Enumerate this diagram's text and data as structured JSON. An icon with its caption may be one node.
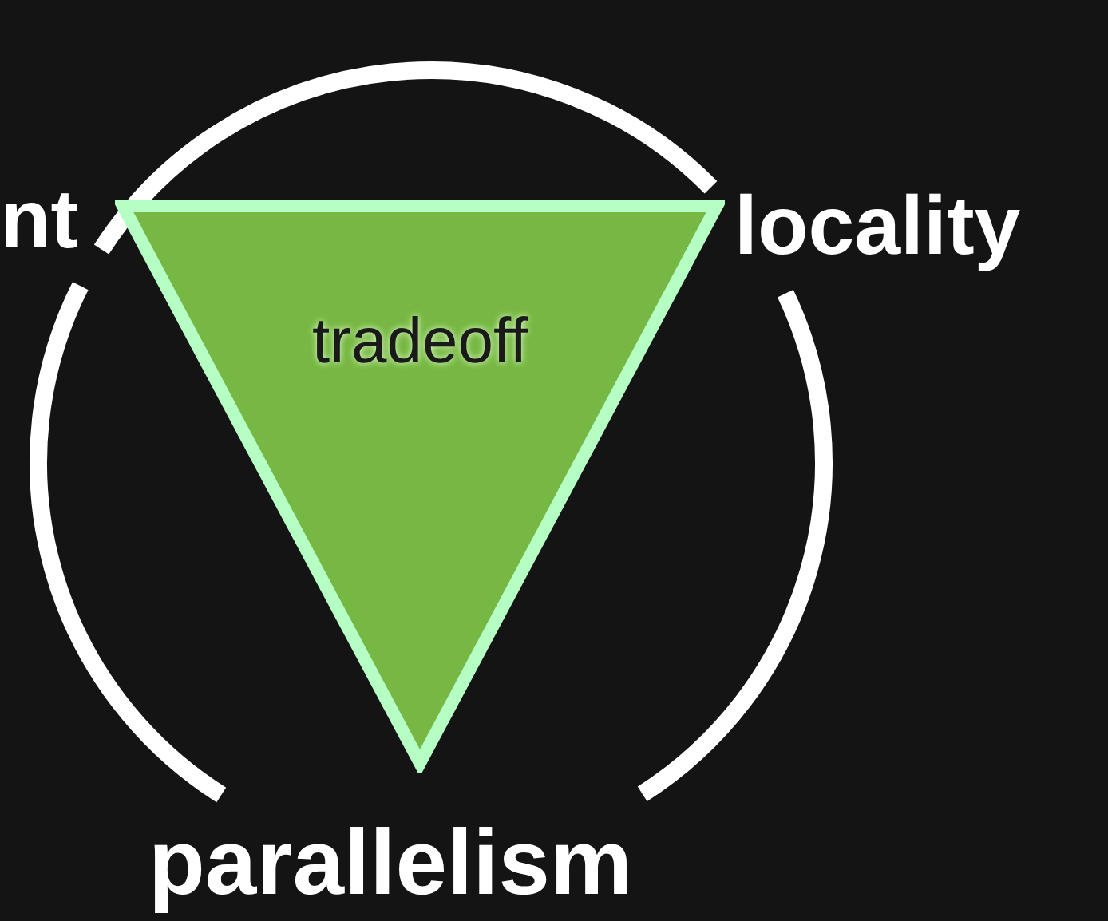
{
  "diagram": {
    "nodes": [
      {
        "text": [
          "tradeoff"
        ]
      },
      {
        "text": [
          "nt"
        ]
      },
      {
        "text": [
          "locality"
        ]
      },
      {
        "text": [
          "parallelism"
        ]
      }
    ],
    "edges": [
      {
        "from": 1,
        "to": 2,
        "arrow": "none"
      },
      {
        "from": 2,
        "to": 3,
        "arrow": "none"
      },
      {
        "from": 3,
        "to": 1,
        "arrow": "none"
      }
    ]
  }
}
